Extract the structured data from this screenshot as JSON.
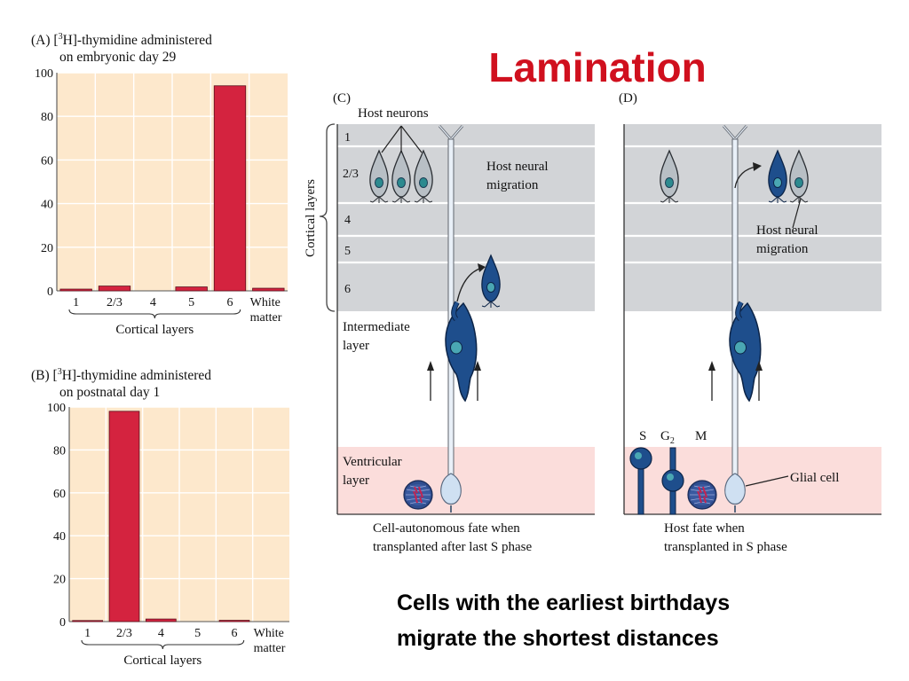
{
  "slide": {
    "title": "Lamination",
    "conclusion": {
      "line1": "Cells with the earliest birthdays",
      "line2": "migrate the shortest distances"
    }
  },
  "colors": {
    "title": "#d0101e",
    "bar": "#d4233f",
    "plot_bg": "#fde8cc",
    "layer_bg": "#d2d4d7",
    "ventricular_bg": "#fbdddb",
    "neuron_dark": "#1e4e8c",
    "neuron_gray": "#b8bfc5",
    "neuron_light": "#cfe0f2"
  },
  "chart_data": [
    {
      "type": "bar",
      "panel": "A",
      "title_prefix": "(A)  [",
      "title_sup": "3",
      "title_suffix": "H]-thymidine administered",
      "title_line2": "on embryonic day 29",
      "categories": [
        "1",
        "2/3",
        "4",
        "5",
        "6",
        "White matter"
      ],
      "category_lines": [
        [
          "1"
        ],
        [
          "2/3"
        ],
        [
          "4"
        ],
        [
          "5"
        ],
        [
          "6"
        ],
        [
          "White",
          "matter"
        ]
      ],
      "values": [
        0.8,
        2.2,
        0,
        1.8,
        94,
        1.2
      ],
      "ylim": [
        0,
        100
      ],
      "yticks": [
        0,
        20,
        40,
        60,
        80,
        100
      ],
      "xlabel": "Cortical layers",
      "grid": true
    },
    {
      "type": "bar",
      "panel": "B",
      "title_prefix": "(B)  [",
      "title_sup": "3",
      "title_suffix": "H]-thymidine administered",
      "title_line2": "on postnatal day 1",
      "categories": [
        "1",
        "2/3",
        "4",
        "5",
        "6",
        "White matter"
      ],
      "category_lines": [
        [
          "1"
        ],
        [
          "2/3"
        ],
        [
          "4"
        ],
        [
          "5"
        ],
        [
          "6"
        ],
        [
          "White",
          "matter"
        ]
      ],
      "values": [
        0.5,
        98,
        1.2,
        0,
        0.6,
        0
      ],
      "ylim": [
        0,
        100
      ],
      "yticks": [
        0,
        20,
        40,
        60,
        80,
        100
      ],
      "xlabel": "Cortical layers",
      "grid": true
    }
  ],
  "diagram": {
    "panel_c": {
      "label": "(C)",
      "host_neurons": "Host neurons",
      "host_migration_1": "Host neural",
      "host_migration_2": "migration",
      "intermediate_1": "Intermediate",
      "intermediate_2": "layer",
      "ventricular_1": "Ventricular",
      "ventricular_2": "layer",
      "caption_1": "Cell-autonomous fate when",
      "caption_2": "transplanted after last S phase"
    },
    "panel_d": {
      "label": "(D)",
      "host_migration_1": "Host neural",
      "host_migration_2": "migration",
      "phase_s": "S",
      "phase_g": "G",
      "phase_g_sub": "2",
      "phase_m": "M",
      "glial": "Glial cell",
      "caption_1": "Host fate when",
      "caption_2": "transplanted in S phase"
    },
    "cortical_layers_label": "Cortical layers",
    "layers": [
      "1",
      "2/3",
      "4",
      "5",
      "6"
    ]
  }
}
